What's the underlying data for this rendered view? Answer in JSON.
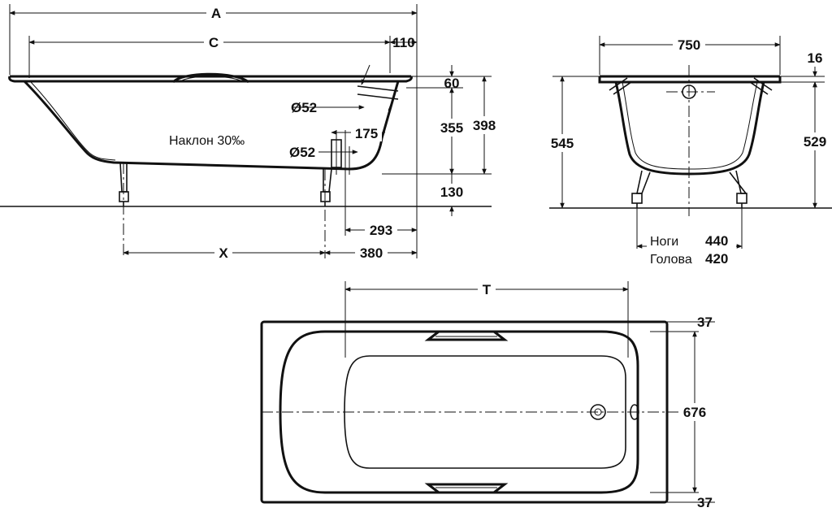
{
  "side_view": {
    "dim_a": "A",
    "dim_c": "C",
    "dim_110": "110",
    "dim_60": "60",
    "dim_398": "398",
    "dim_355": "355",
    "dim_130": "130",
    "dim_175": "175",
    "dim_293": "293",
    "dim_x": "X",
    "dim_380": "380",
    "dia_overflow": "Ø52",
    "dia_drain": "Ø52",
    "slope_label": "Наклон 30‰"
  },
  "end_view": {
    "dim_750": "750",
    "dim_16": "16",
    "dim_545": "545",
    "dim_529": "529",
    "legs_label": "Ноги",
    "legs_value": "440",
    "head_label": "Голова",
    "head_value": "420"
  },
  "top_view": {
    "dim_t": "T",
    "dim_37_top": "37",
    "dim_676": "676",
    "dim_37_bottom": "37"
  }
}
